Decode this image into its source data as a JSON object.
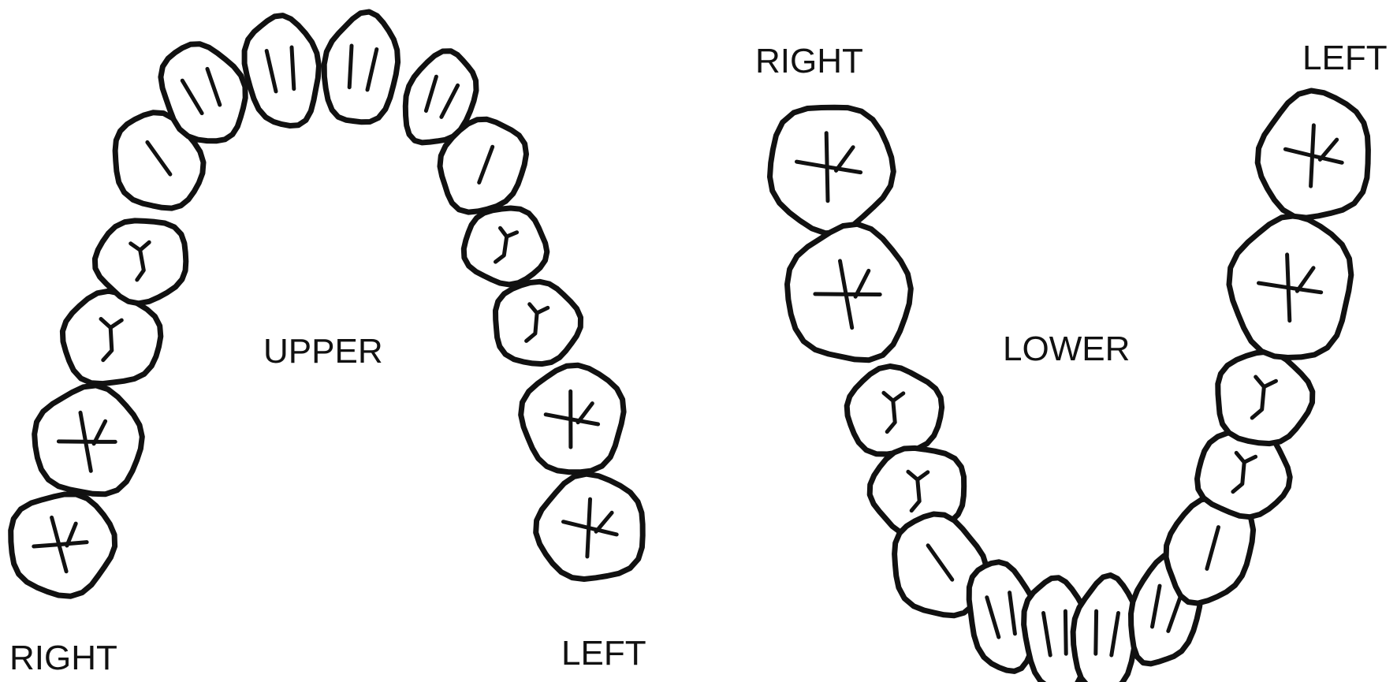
{
  "upper_arch": {
    "center_label": "UPPER",
    "right_label": "RIGHT",
    "left_label": "LEFT"
  },
  "lower_arch": {
    "center_label": "LOWER",
    "right_label": "RIGHT",
    "left_label": "LEFT"
  },
  "colors": {
    "outline": "#111111",
    "background": "#ffffff"
  }
}
